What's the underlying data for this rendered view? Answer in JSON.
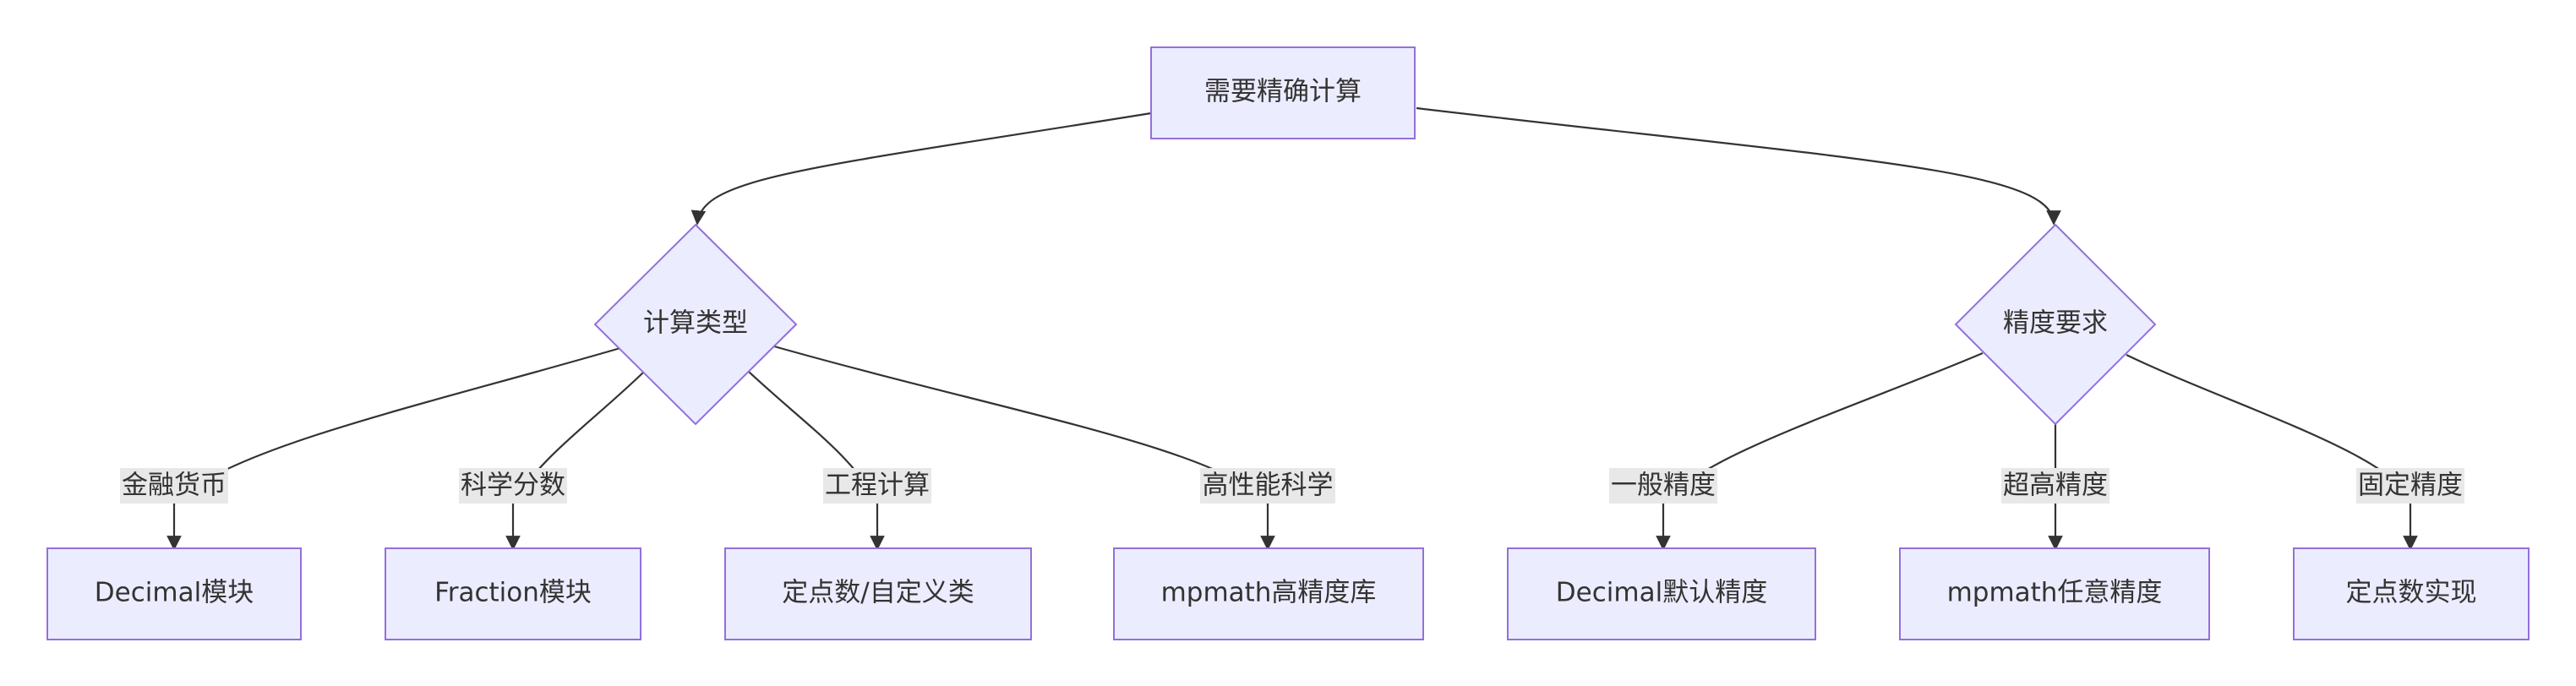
{
  "diagram": {
    "colors": {
      "node_fill": "#ECECFF",
      "node_stroke": "#9370DB",
      "edge": "#333333",
      "label_bg": "#E8E8E8",
      "text": "#333333"
    },
    "nodes": {
      "root": "需要精确计算",
      "calc_type": "计算类型",
      "precision_req": "精度要求",
      "decimal_module": "Decimal模块",
      "fraction_module": "Fraction模块",
      "fixed_custom": "定点数/自定义类",
      "mpmath_lib": "mpmath高精度库",
      "decimal_default": "Decimal默认精度",
      "mpmath_arbitrary": "mpmath任意精度",
      "fixed_impl": "定点数实现"
    },
    "edges": {
      "finance": "金融货币",
      "science_fraction": "科学分数",
      "engineering": "工程计算",
      "hp_science": "高性能科学",
      "general_precision": "一般精度",
      "ultra_precision": "超高精度",
      "fixed_precision": "固定精度"
    }
  }
}
